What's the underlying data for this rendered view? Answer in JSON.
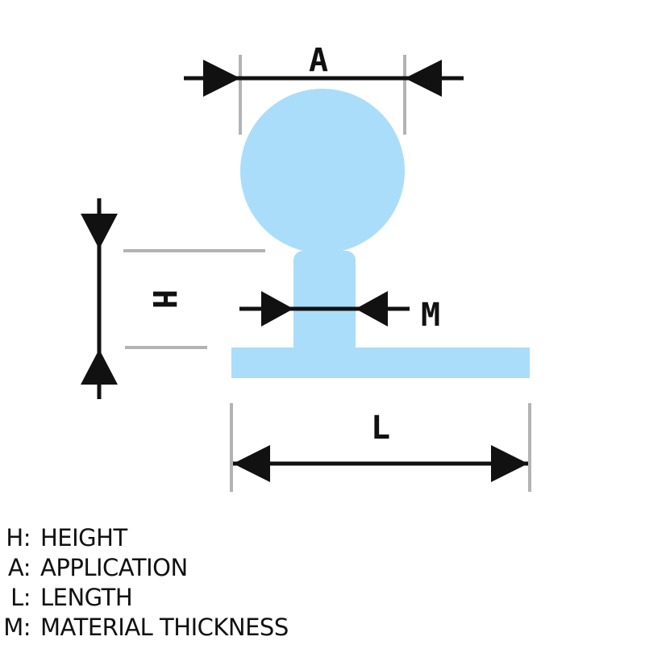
{
  "colors": {
    "shape": "#aaddfa",
    "guide": "#b3b3b3",
    "ink": "#111111",
    "background": "#ffffff"
  },
  "dimensions": {
    "a": "A",
    "h": "H",
    "m": "M",
    "l": "L"
  },
  "legend": [
    {
      "key": "H:",
      "text": "HEIGHT"
    },
    {
      "key": "A:",
      "text": "APPLICATION"
    },
    {
      "key": "L:",
      "text": "LENGTH"
    },
    {
      "key": "M:",
      "text": "MATERIAL THICKNESS"
    }
  ]
}
